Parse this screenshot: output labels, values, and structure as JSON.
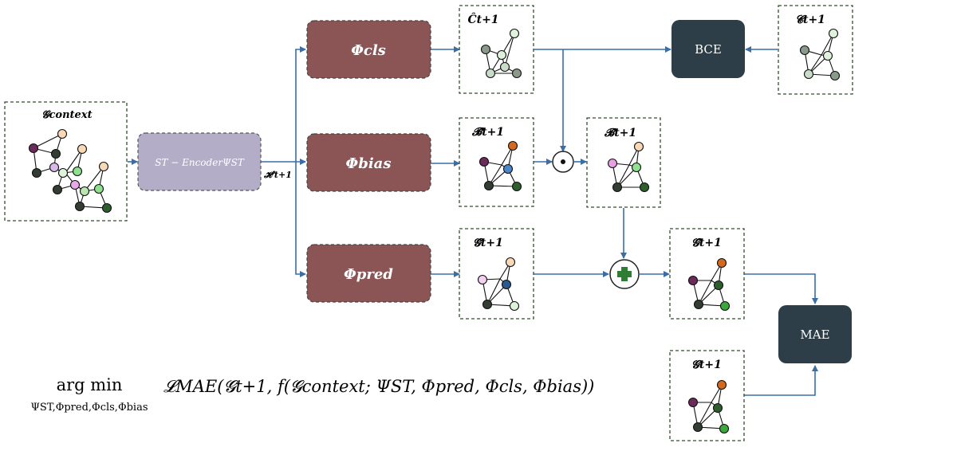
{
  "colors": {
    "arrow": "#3a6ea5",
    "phi_box": "#8b5555",
    "encoder_box": "#b3adc8",
    "loss_box": "#2e3e48",
    "frame_border": "#2f4f2f",
    "purple": "#6a2a5a",
    "dark_green": "#2e5e2e",
    "dark_gray": "#333d33",
    "gray": "#a9b4a9",
    "pale_green": "#dff2dc",
    "light_green": "#8fe08f",
    "peach": "#f7d9b8",
    "orange": "#d2691e",
    "blue": "#4a86c8",
    "pink": "#f0a8e0",
    "plus_green": "#2e7d32"
  },
  "labels": {
    "context": "𝓖context",
    "encoder": "ST − EncoderΨST",
    "hidden": "𝓗ᶠt+1",
    "phi_cls": "Φcls",
    "phi_bias": "Φbias",
    "phi_pred": "Φpred",
    "c_hat": "Ĉt+1",
    "b_tilde": "𝓑̃t+1",
    "g_tilde": "𝓖̃t+1",
    "b_hat": "𝓑̂t+1",
    "g_hat": "𝓖̂t+1",
    "c_true": "𝓒t+1",
    "g_true": "𝓖t+1",
    "bce": "BCE",
    "mae": "MAE",
    "odot": "⊙",
    "plus": "+"
  },
  "formula": {
    "argmin": "arg min",
    "subscript": "ΨST,Φpred,Φcls,Φbias",
    "expression": "𝓛MAE(𝓖t+1, f(𝓖context; ΨST, Φpred, Φcls, Φbias))"
  }
}
